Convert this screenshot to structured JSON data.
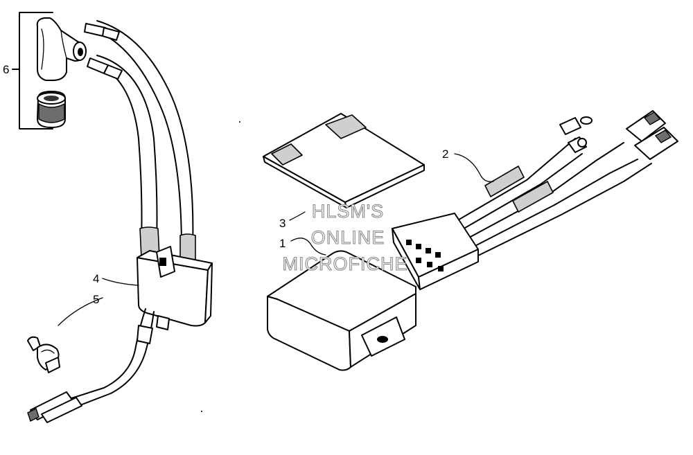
{
  "callouts": {
    "c1": "1",
    "c2": "2",
    "c3": "3",
    "c4": "4",
    "c5": "5",
    "c6": "6"
  },
  "watermark": {
    "line1": "HLSM'S",
    "line2": "ONLINE",
    "line3": "MICROFICHE"
  }
}
